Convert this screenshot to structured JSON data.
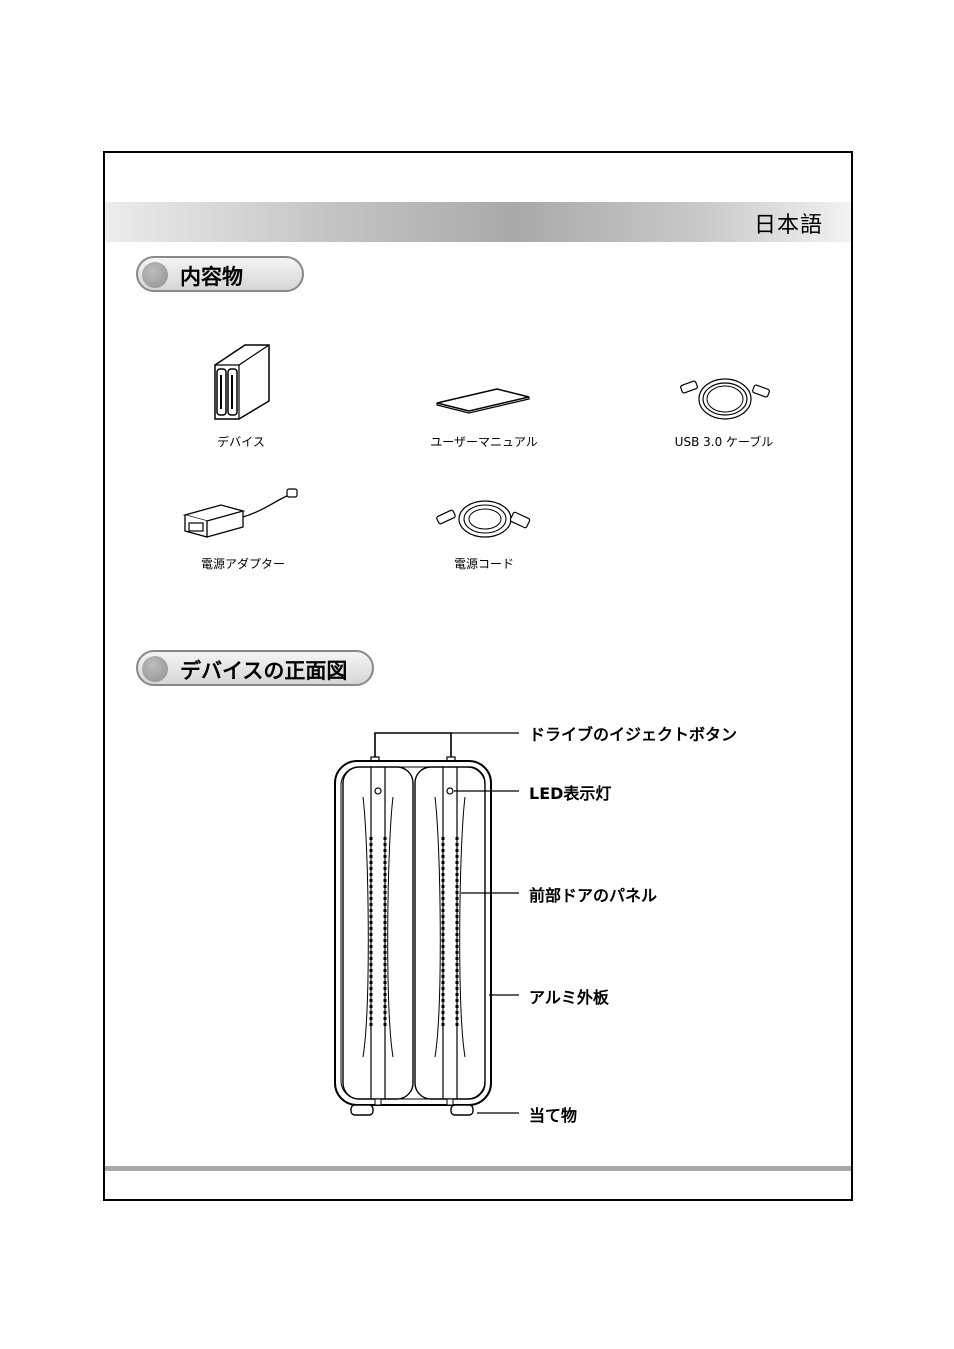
{
  "header": {
    "language_label": "日本語"
  },
  "sections": {
    "contents": {
      "title": "内容物"
    },
    "front_view": {
      "title": "デバイスの正面図"
    }
  },
  "contents_items": [
    {
      "label": "デバイス",
      "icon": "device-icon"
    },
    {
      "label": "ユーザーマニュアル",
      "icon": "manual-icon"
    },
    {
      "label": "USB 3.0 ケーブル",
      "icon": "usb-cable-icon"
    },
    {
      "label": "電源アダプター",
      "icon": "power-adapter-icon"
    },
    {
      "label": "電源コード",
      "icon": "power-cord-icon"
    }
  ],
  "front_view_callouts": [
    {
      "label": "ドライブのイジェクトボタン"
    },
    {
      "label": "LED表示灯"
    },
    {
      "label": "前部ドアのパネル"
    },
    {
      "label": "アルミ外板"
    },
    {
      "label": "当て物"
    }
  ]
}
